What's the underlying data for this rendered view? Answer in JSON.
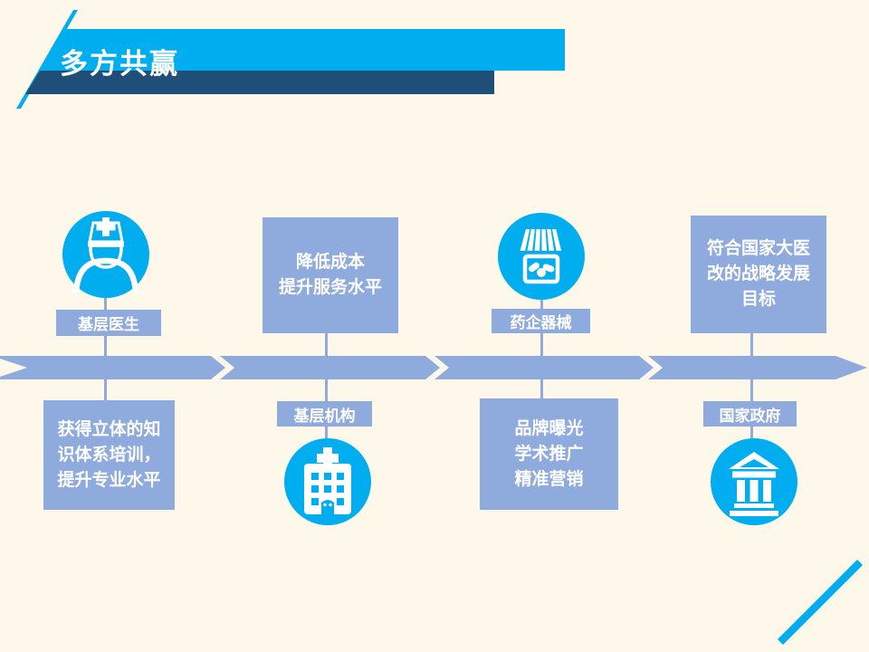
{
  "slide": {
    "title": "多方共赢"
  },
  "colors": {
    "accent_blue": "#00AEEF",
    "navy_blue": "#1F4E79",
    "periwinkle": "#8FAADC",
    "background": "#FDF8EA",
    "text_white": "#FFFFFF"
  },
  "flow": {
    "direction": "left-to-right",
    "segments": 4
  },
  "columns": [
    {
      "id": "primary-doctors",
      "icon": "doctor-icon",
      "label": "基层医生",
      "detail": "获得立体的知\n识体系培训，\n提升专业水平",
      "icon_position": "above-arrow"
    },
    {
      "id": "primary-institutions",
      "icon": "hospital-icon",
      "label": "基层机构",
      "detail": "降低成本\n提升服务水平",
      "icon_position": "below-arrow"
    },
    {
      "id": "pharma-devices",
      "icon": "store-icon",
      "label": "药企器械",
      "detail": "品牌曝光\n学术推广\n精准营销",
      "icon_position": "above-arrow"
    },
    {
      "id": "national-government",
      "icon": "bank-icon",
      "label": "国家政府",
      "detail": "符合国家大医\n改的战略发展\n目标",
      "icon_position": "below-arrow"
    }
  ]
}
